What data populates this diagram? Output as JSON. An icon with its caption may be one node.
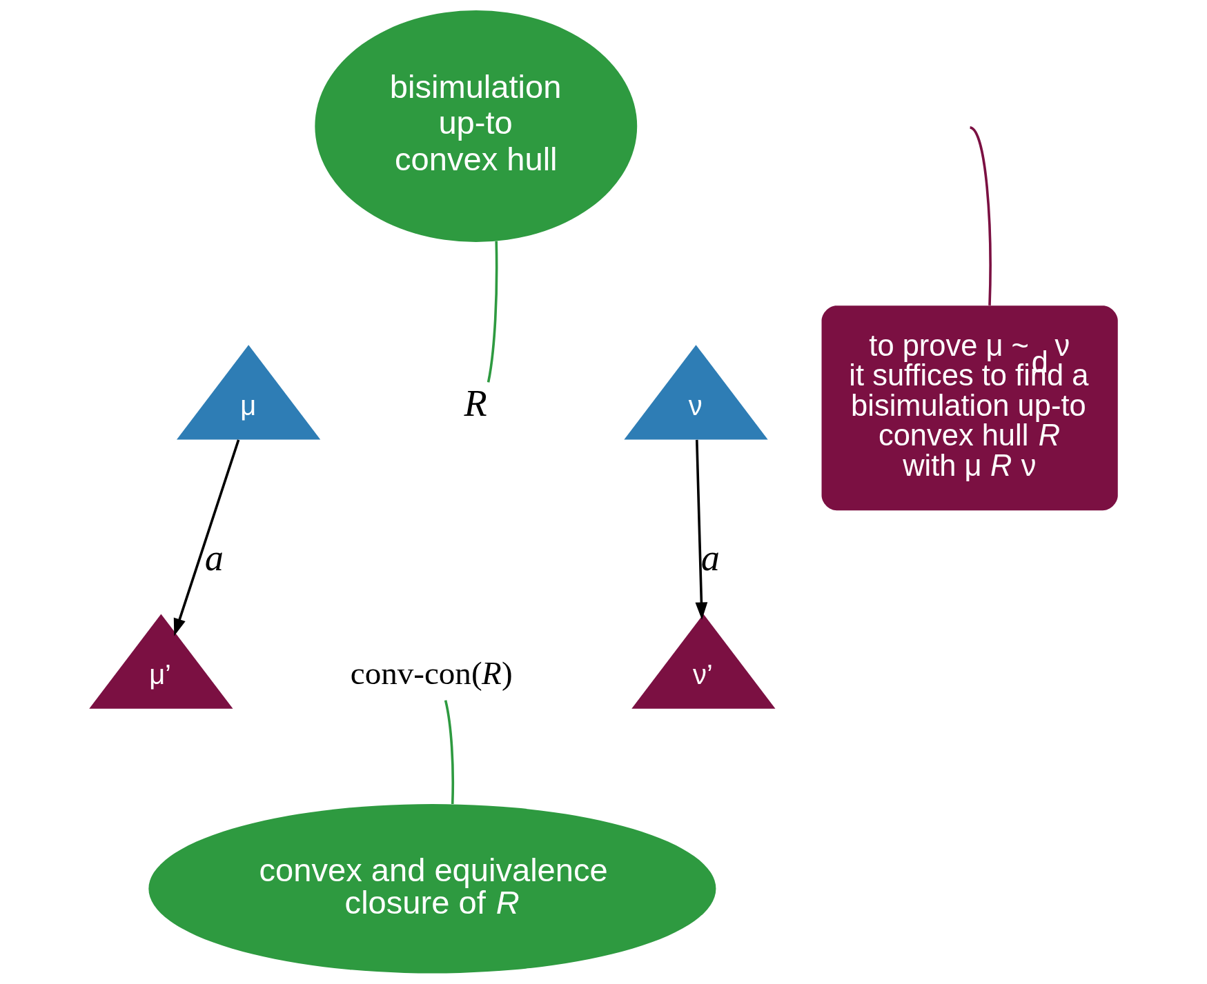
{
  "diagram": {
    "nodes": [
      {
        "text": [
          "μ"
        ]
      },
      {
        "text": [
          "ν"
        ]
      },
      {
        "text": [
          "μ’"
        ]
      },
      {
        "text": [
          "ν’"
        ]
      },
      {
        "text": [
          "*R*"
        ]
      },
      {
        "text": [
          "conv-con(*R*)"
        ]
      },
      {
        "text": [
          "bisimulation up-to convex hull"
        ]
      },
      {
        "text": [
          "convex and equivalence closure of *R*"
        ]
      },
      {
        "text": [
          "to prove μ ~$_{d}$ ν",
          "it suffices to find a bisimulation up-to convex hull *R* with μ *R* ν"
        ]
      }
    ],
    "edges": [
      {
        "from": 0,
        "to": 2,
        "label": "*a*",
        "arrow": "to"
      },
      {
        "from": 1,
        "to": 3,
        "label": "*a*",
        "arrow": "to"
      },
      {
        "from": 6,
        "to": 4,
        "arrow": "none",
        "color": "#2e9a40"
      },
      {
        "from": 7,
        "to": 5,
        "arrow": "none",
        "color": "#2e9a40"
      },
      {
        "from": 8,
        "to": null,
        "arrow": "none",
        "color": "#7b1042"
      }
    ]
  }
}
